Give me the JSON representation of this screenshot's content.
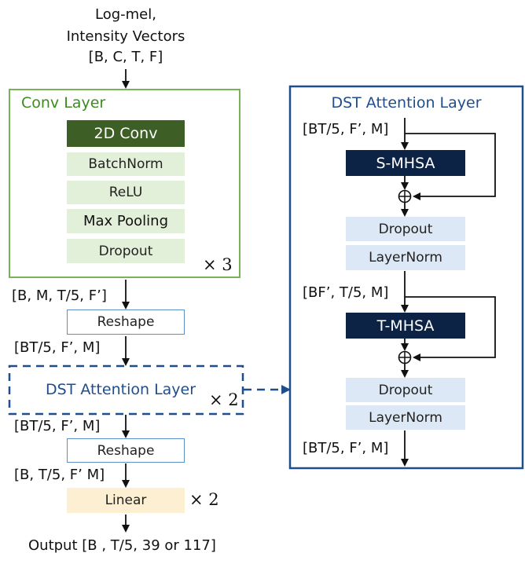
{
  "input": {
    "line1": "Log-mel,",
    "line2": "Intensity Vectors",
    "shape": "[B, C, T, F]"
  },
  "conv_layer": {
    "title": "Conv Layer",
    "blocks": [
      "2D Conv",
      "BatchNorm",
      "ReLU",
      "Max Pooling",
      "Dropout"
    ],
    "repeat": "× 3"
  },
  "main": {
    "shape_after_conv": "[B, M, T/5, F’]",
    "reshape1": "Reshape",
    "shape_after_reshape1": "[BT/5, F’, M]",
    "dst_label": "DST Attention Layer",
    "dst_repeat": "× 2",
    "shape_after_dst": "[BT/5, F’, M]",
    "reshape2": "Reshape",
    "shape_after_reshape2": "[B, T/5, F’ M]",
    "linear": "Linear",
    "linear_repeat": "× 2",
    "output": "Output [B , T/5, 39 or 117]"
  },
  "dst_detail": {
    "title": "DST Attention Layer",
    "shape_in": "[BT/5, F’, M]",
    "s_mhsa": "S-MHSA",
    "dropout1": "Dropout",
    "layernorm1": "LayerNorm",
    "shape_mid": "[BF’, T/5, M]",
    "t_mhsa": "T-MHSA",
    "dropout2": "Dropout",
    "layernorm2": "LayerNorm",
    "shape_out": "[BT/5, F’, M]"
  },
  "colors": {
    "conv_border": "#7ab356",
    "conv_dark": "#3d5f26",
    "conv_light": "#e2efd9",
    "blue_border": "#1f4e8c",
    "navy": "#0d2346",
    "light_blue": "#dce8f5",
    "linear_fill": "#fdf0d2"
  }
}
